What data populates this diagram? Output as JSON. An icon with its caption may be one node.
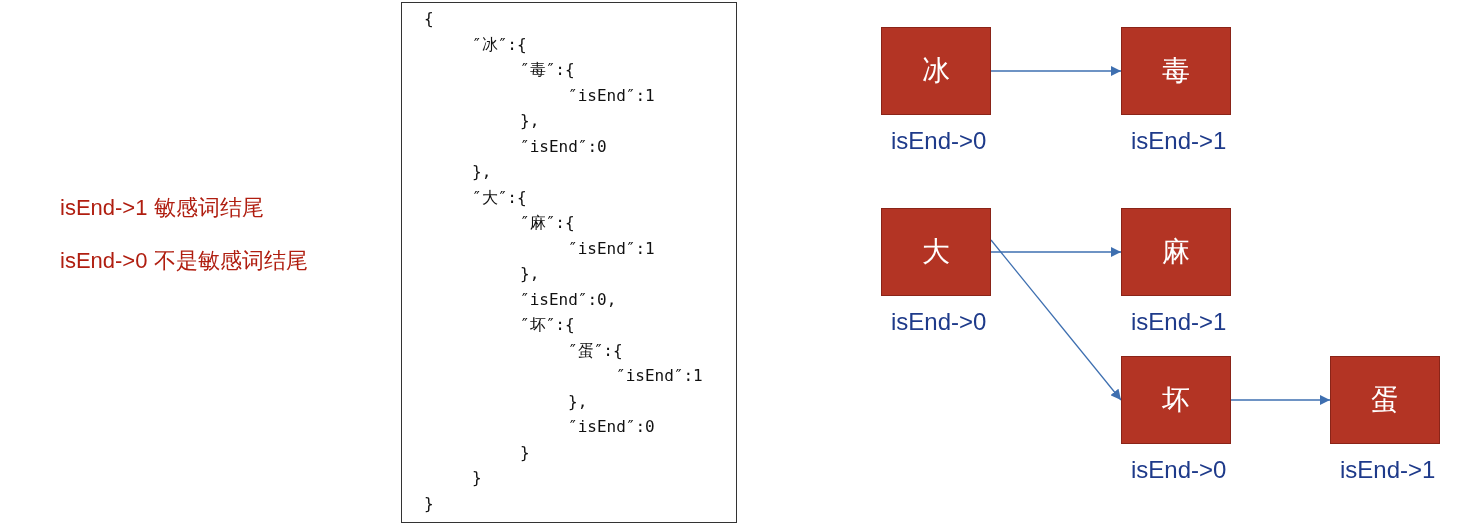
{
  "diagram": {
    "nodes": [
      {
        "text": [
          "{",
          "″冰″:{",
          "″毒″:{",
          "″isEnd″:1",
          "},",
          "″isEnd″:0",
          "},",
          "″大″:{",
          "″麻″:{",
          "″isEnd″:1",
          "},",
          "″isEnd″:0,",
          "″坏″:{",
          "″蛋″:{",
          "″isEnd″:1",
          "},",
          "″isEnd″:0",
          "}",
          "}",
          "}"
        ]
      },
      {
        "text": [
          "冰"
        ],
        "beside": [
          "isEnd->0"
        ]
      },
      {
        "text": [
          "毒"
        ],
        "beside": [
          "isEnd->1"
        ]
      },
      {
        "text": [
          "大"
        ],
        "beside": [
          "isEnd->0"
        ]
      },
      {
        "text": [
          "麻"
        ],
        "beside": [
          "isEnd->1"
        ]
      },
      {
        "text": [
          "坏"
        ],
        "beside": [
          "isEnd->0"
        ]
      },
      {
        "text": [
          "蛋"
        ],
        "beside": [
          "isEnd->1"
        ]
      }
    ],
    "edges": [
      {
        "from": 1,
        "to": 2,
        "arrow": "to"
      },
      {
        "from": 3,
        "to": 4,
        "arrow": "to"
      },
      {
        "from": 3,
        "to": 5,
        "arrow": "to"
      },
      {
        "from": 5,
        "to": 6,
        "arrow": "to"
      }
    ],
    "labels": [
      "isEnd->1 敏感词结尾",
      "isEnd->0 不是敏感词结尾"
    ]
  }
}
